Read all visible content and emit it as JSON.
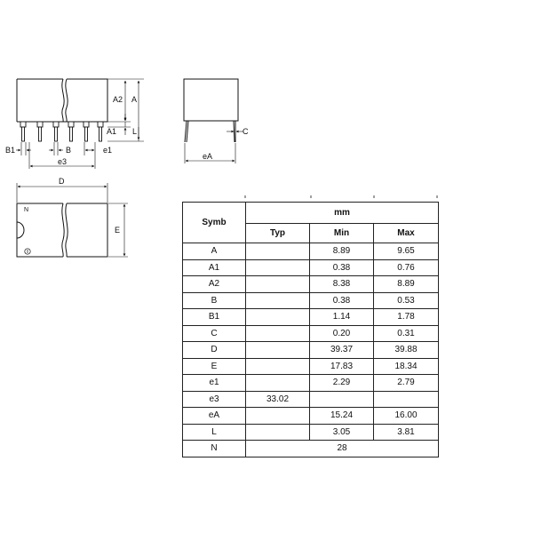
{
  "drawing": {
    "labels": {
      "a2": "A2",
      "a": "A",
      "a1": "A1",
      "l": "L",
      "b1": "B1",
      "b": "B",
      "e1": "e1",
      "e3": "e3",
      "c": "C",
      "ea": "eA",
      "d": "D",
      "e": "E",
      "n": "N"
    }
  },
  "table": {
    "symb_header": "Symb",
    "unit_header": "mm",
    "col_headers": [
      "Typ",
      "Min",
      "Max"
    ],
    "rows": [
      {
        "symb": "A",
        "typ": "",
        "min": "8.89",
        "max": "9.65"
      },
      {
        "symb": "A1",
        "typ": "",
        "min": "0.38",
        "max": "0.76"
      },
      {
        "symb": "A2",
        "typ": "",
        "min": "8.38",
        "max": "8.89"
      },
      {
        "symb": "B",
        "typ": "",
        "min": "0.38",
        "max": "0.53"
      },
      {
        "symb": "B1",
        "typ": "",
        "min": "1.14",
        "max": "1.78"
      },
      {
        "symb": "C",
        "typ": "",
        "min": "0.20",
        "max": "0.31"
      },
      {
        "symb": "D",
        "typ": "",
        "min": "39.37",
        "max": "39.88"
      },
      {
        "symb": "E",
        "typ": "",
        "min": "17.83",
        "max": "18.34"
      },
      {
        "symb": "e1",
        "typ": "",
        "min": "2.29",
        "max": "2.79"
      },
      {
        "symb": "e3",
        "typ": "33.02",
        "min": "",
        "max": ""
      },
      {
        "symb": "eA",
        "typ": "",
        "min": "15.24",
        "max": "16.00"
      },
      {
        "symb": "L",
        "typ": "",
        "min": "3.05",
        "max": "3.81"
      }
    ],
    "last_row": {
      "symb": "N",
      "value": "28"
    }
  }
}
